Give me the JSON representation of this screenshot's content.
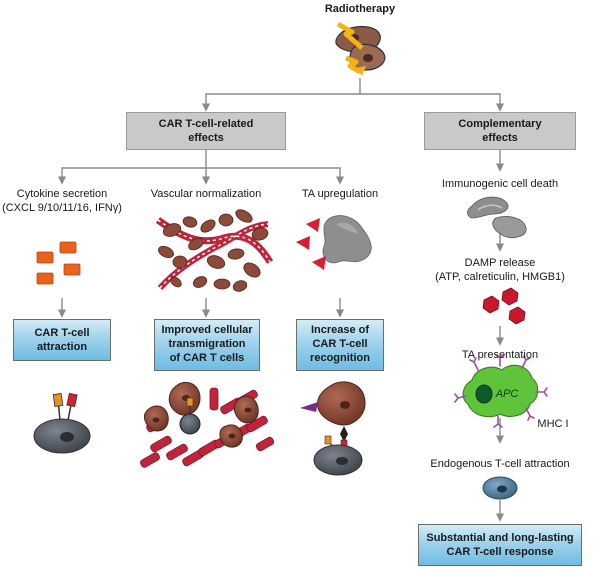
{
  "top": {
    "title": "Radiotherapy"
  },
  "branches": {
    "car": {
      "title_line1": "CAR T-cell-related",
      "title_line2": "effects"
    },
    "comp": {
      "title_line1": "Complementary",
      "title_line2": "effects"
    }
  },
  "col1": {
    "heading_line1": "Cytokine secretion",
    "heading_line2": "(CXCL 9/10/11/16, IFNγ)",
    "result_line1": "CAR T-cell",
    "result_line2": "attraction"
  },
  "col2": {
    "heading": "Vascular normalization",
    "result_line1": "Improved cellular",
    "result_line2": "transmigration",
    "result_line3": "of CAR T cells"
  },
  "col3": {
    "heading": "TA upregulation",
    "result_line1": "Increase of",
    "result_line2": "CAR T-cell",
    "result_line3": "recognition"
  },
  "col4": {
    "step1": "Immunogenic cell death",
    "step2_line1": "DAMP release",
    "step2_line2": "(ATP, calreticulin, HMGB1)",
    "step3": "TA presentation",
    "apc_label": "APC",
    "mhc_label": "MHC I",
    "step4": "Endogenous T-cell attraction",
    "result_line1": "Substantial and long-lasting",
    "result_line2": "CAR T-cell response"
  },
  "colors": {
    "arrow": "#8a8a8a",
    "gray_box": "#c9c9c9",
    "blue_box": "#6dbde3",
    "tumor_brown": "#8b4a3a",
    "vessel_red": "#c0243a",
    "cytokine_orange": "#e8621c",
    "ta_red": "#d42030",
    "apc_green": "#5fc43a",
    "tcell_gray": "#5a6068",
    "tcell_blue": "#4e7c9b",
    "mhc_purple": "#9b4fa8"
  }
}
